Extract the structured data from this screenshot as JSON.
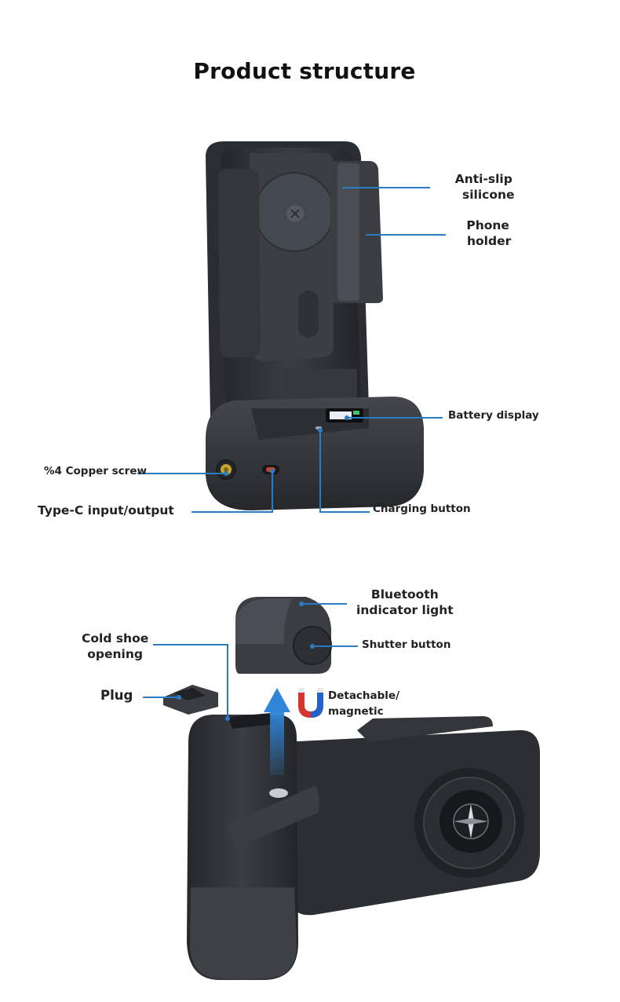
{
  "title": "Product structure",
  "colors": {
    "callout_line": "#2a7bc4",
    "product_body": "#2d3034",
    "arrow": "#2f86d8"
  },
  "icons": [
    "magnet-icon",
    "upload-arrow-icon"
  ],
  "labels": {
    "anti_slip": [
      "Anti-slip",
      "silicone"
    ],
    "phone_holder": [
      "Phone",
      "holder"
    ],
    "battery_display": "Battery display",
    "copper_screw": "%4 Copper screw",
    "type_c": "Type-C input/output",
    "charging_button": "Charging button",
    "bluetooth_light": [
      "Bluetooth",
      "indicator light"
    ],
    "cold_shoe": [
      "Cold shoe",
      "opening"
    ],
    "shutter_button": "Shutter button",
    "plug": "Plug",
    "detachable": [
      "Detachable/",
      "magnetic"
    ]
  }
}
